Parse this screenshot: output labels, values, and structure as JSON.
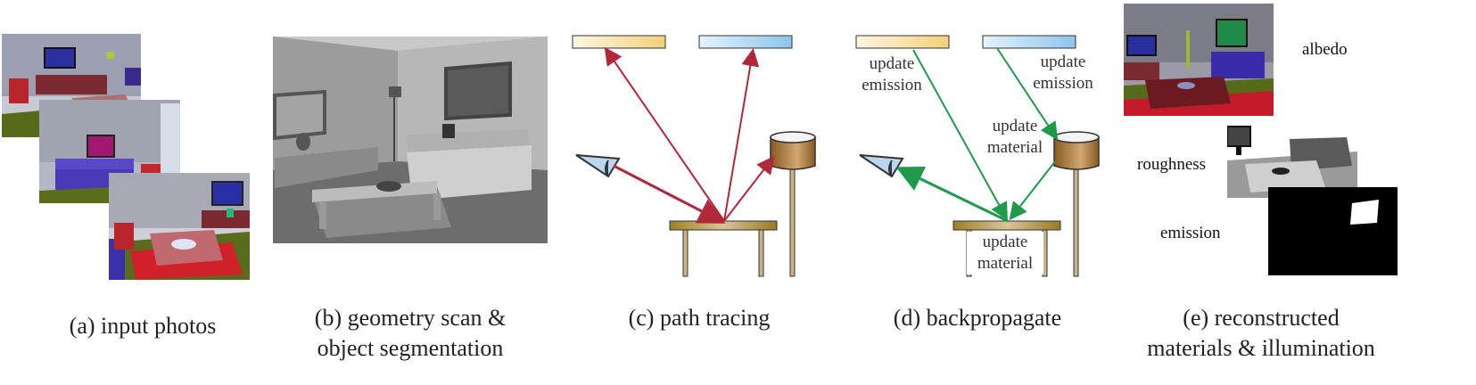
{
  "captions": {
    "a": "(a) input photos",
    "b": "(b) geometry scan &",
    "b2": "object segmentation",
    "c": "(c) path tracing",
    "d": "(d) backpropagate",
    "e": "(e) reconstructed",
    "e2": "materials & illumination"
  },
  "diagram_labels": {
    "update_emission_left": "update\nemission",
    "update_emission_right": "update\nemission",
    "update_material_lamp": "update\nmaterial",
    "update_material_table": "update\nmaterial"
  },
  "material_labels": {
    "albedo": "albedo",
    "roughness": "roughness",
    "emission": "emission"
  },
  "colors": {
    "trace_red": "#b0283a",
    "backprop_green": "#1f9a4a",
    "light_warm": "#f6d58e",
    "light_cool": "#8fc8ee",
    "table_wood": "#b89a3a",
    "lamp_brown": "#a8743a"
  }
}
